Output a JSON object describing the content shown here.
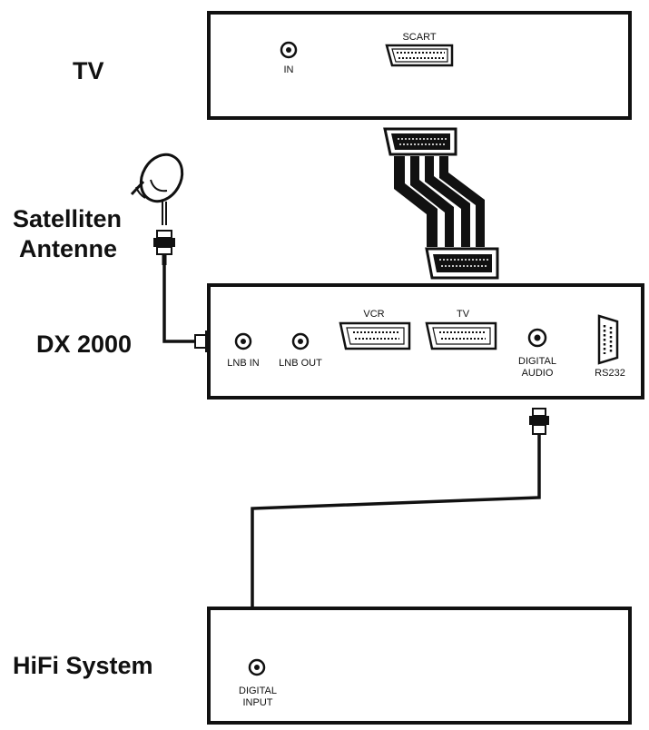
{
  "devices": {
    "tv": {
      "label": "TV",
      "ports": {
        "in": "IN",
        "scart": "SCART"
      }
    },
    "antenna": {
      "label_line1": "Satelliten",
      "label_line2": "Antenne"
    },
    "receiver": {
      "label": "DX 2000",
      "ports": {
        "lnb_in": "LNB IN",
        "lnb_out": "LNB OUT",
        "vcr": "VCR",
        "tv": "TV",
        "digital_audio_line1": "DIGITAL",
        "digital_audio_line2": "AUDIO",
        "rs232": "RS232"
      }
    },
    "hifi": {
      "label": "HiFi System",
      "ports": {
        "digital_input_line1": "DIGITAL",
        "digital_input_line2": "INPUT"
      }
    }
  },
  "colors": {
    "line": "#111111",
    "background": "#ffffff"
  }
}
